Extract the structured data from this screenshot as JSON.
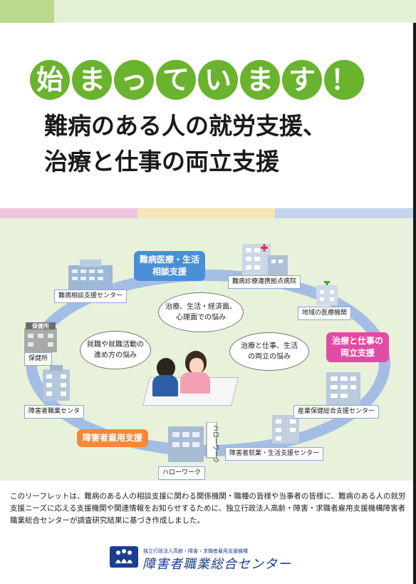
{
  "headline": {
    "chars": [
      "始",
      "ま",
      "っ",
      "て",
      "い",
      "ま",
      "す",
      "！"
    ]
  },
  "subtitle": {
    "line1": "難病のある人の就労支援、",
    "line2": "治療と仕事の両立支援"
  },
  "roles": {
    "medical_consult": [
      "難病医療・生活",
      "相談支援"
    ],
    "work_balance": [
      "治療と仕事の",
      "両立支援"
    ],
    "employment": "障害者雇用支援"
  },
  "labels": {
    "nanbyo_center": "難病相談支援センター",
    "hospital": "難病診療連携拠点病院",
    "local_clinic": "地域の医療機関",
    "hokenjo": "保健所",
    "vocational_center": "障害者職業センタ",
    "sangyo": "産業保健総合支援センター",
    "shugyo": "障害者就業・生活支援センター",
    "hellowork": "ハローワーク"
  },
  "signs": {
    "hokenjo": "保健所",
    "hellowork": "ハローワーク"
  },
  "bubbles": {
    "top": [
      "治療、生活・経済面、",
      "心理面での悩み"
    ],
    "left": [
      "就職や就職活動の",
      "進め方の悩み"
    ],
    "right": [
      "治療と仕事、生活",
      "の両立の悩み"
    ]
  },
  "description": "このリーフレットは、難病のある人の相談支援に関わる関係機関・職種の皆様や当事者の皆様に、難病のある人の就労支援ニーズに応える支援機関や関連情報をお知らせするために、独立行政法人高齢・障害・求職者雇用支援機構障害者職業総合センターが調査研究結果に基づき作成しました。",
  "footer": {
    "org_small": "独立行政法人高齢・障害・求職者雇用支援機構",
    "org_name": "障害者職業総合センター"
  },
  "colors": {
    "accent_green": "#6ab32e",
    "ring_blue": "#a3bde4",
    "role_blue": "#4a8fd8",
    "role_pink": "#e04ca4",
    "role_orange": "#f18a3a",
    "brand_navy": "#1a3f8f"
  }
}
